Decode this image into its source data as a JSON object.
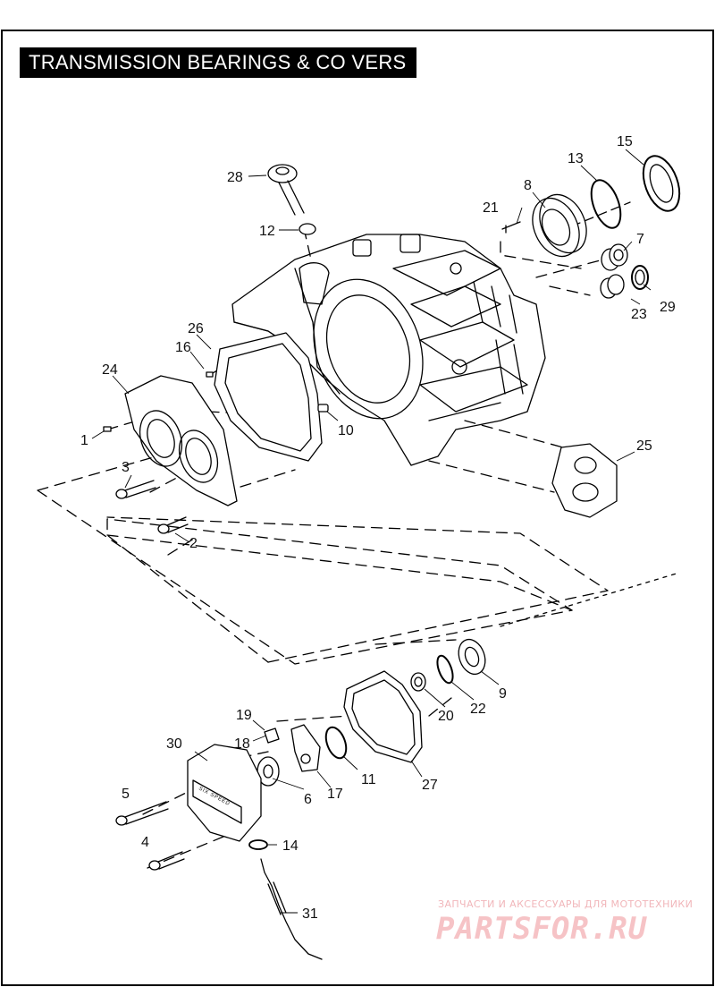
{
  "title": "TRANSMISSION BEARINGS & CO VERS",
  "callouts": [
    "1",
    "2",
    "3",
    "4",
    "5",
    "6",
    "7",
    "8",
    "9",
    "10",
    "11",
    "12",
    "13",
    "14",
    "15",
    "16",
    "17",
    "18",
    "19",
    "20",
    "21",
    "22",
    "23",
    "24",
    "25",
    "26",
    "27",
    "28",
    "29",
    "30",
    "31"
  ],
  "cover_badge": "SIX SPEED",
  "watermark": {
    "tagline": "ЗАПЧАСТИ И АКСЕССУАРЫ ДЛЯ МОТОТЕХНИКИ",
    "brand": "PARTSFOR.RU"
  }
}
